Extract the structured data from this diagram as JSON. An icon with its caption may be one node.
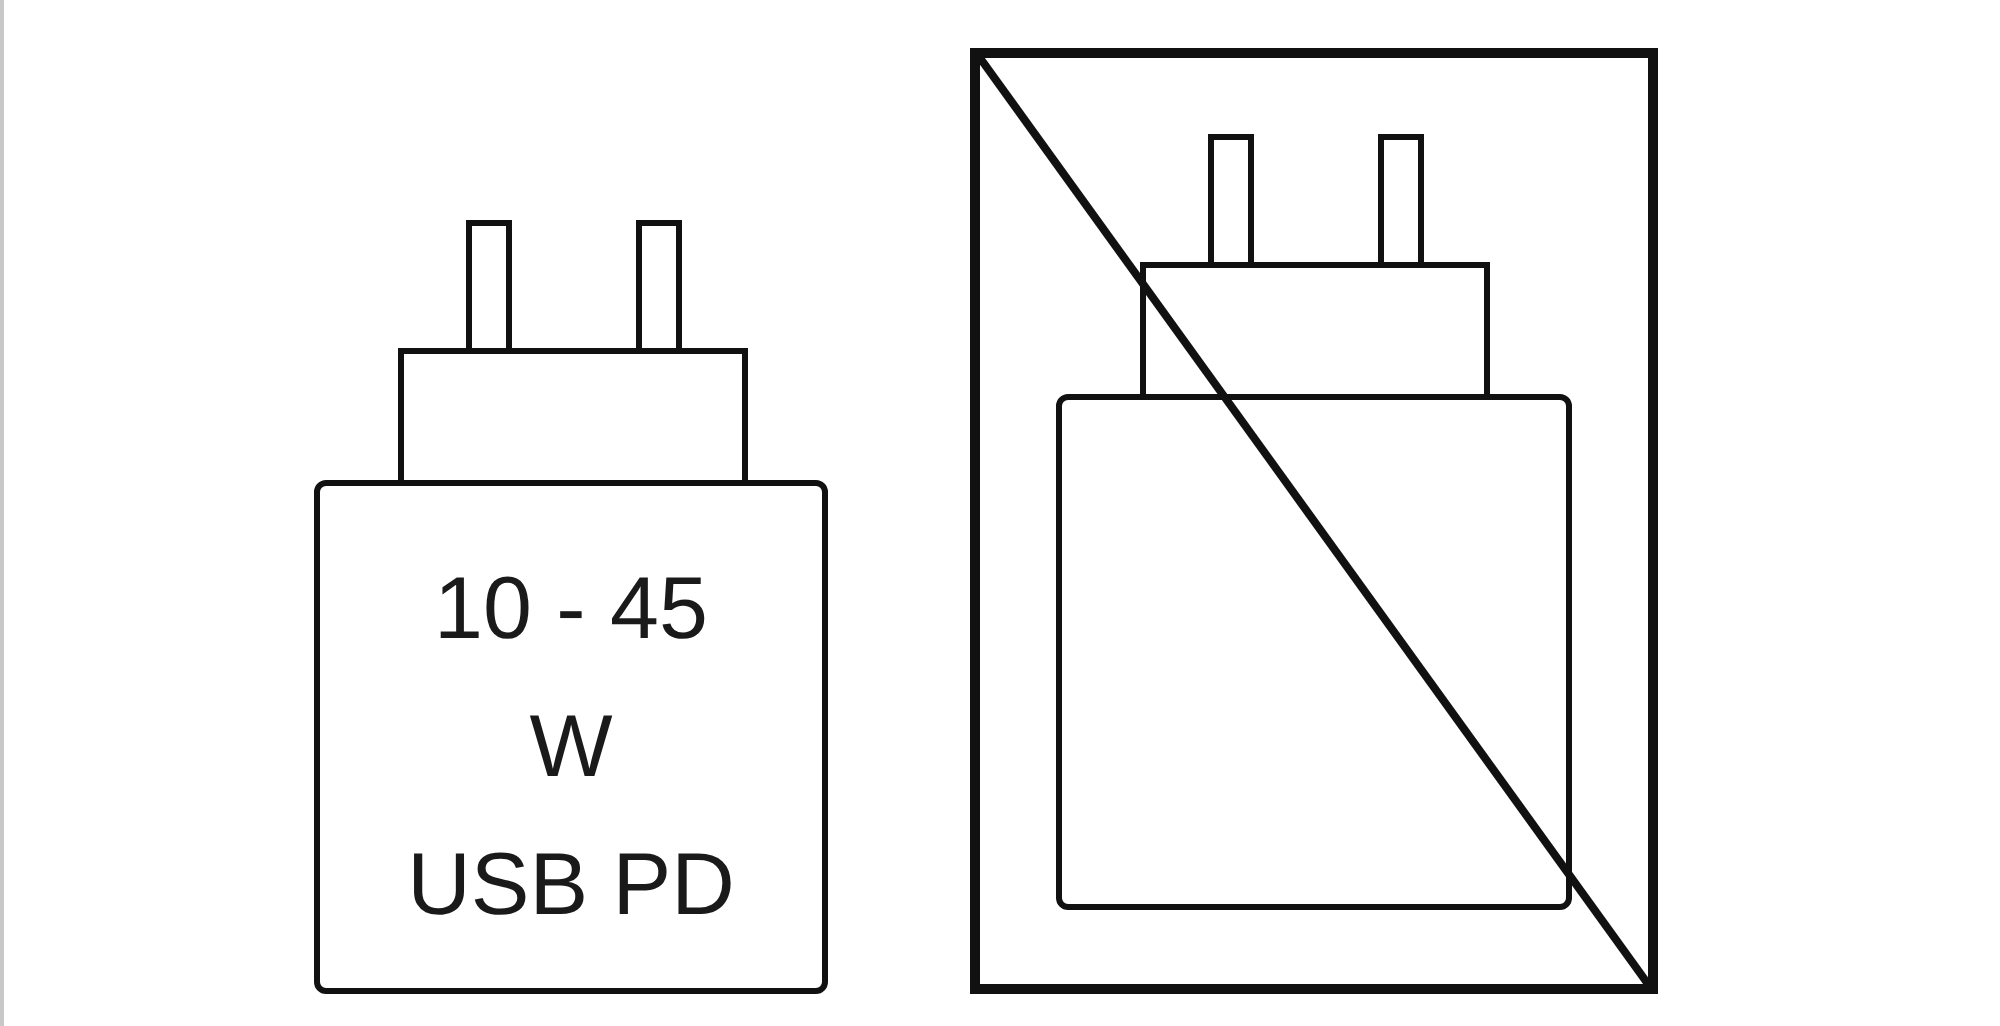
{
  "diagram": {
    "nodes": [
      {
        "text": [
          "10 - 45",
          "W",
          "USB PD"
        ]
      },
      {
        "text": [],
        "shape": "box"
      },
      {
        "text": [],
        "shape": "box",
        "in": 1
      }
    ]
  }
}
